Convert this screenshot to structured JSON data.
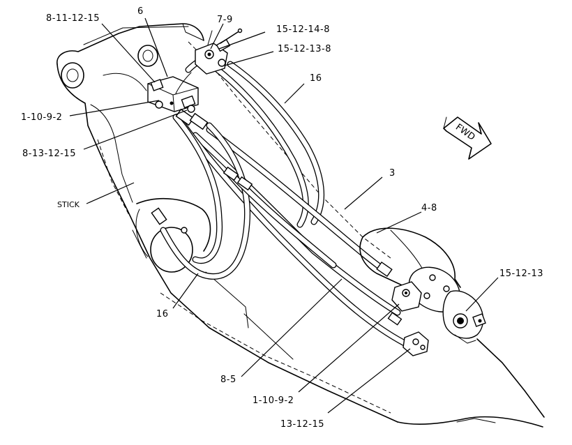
{
  "diagram": {
    "fwd_label": "FWD",
    "callouts": {
      "c_8_11_12_15": "8-11-12-15",
      "c_6": "6",
      "c_7_9": "7-9",
      "c_15_12_14_8": "15-12-14-8",
      "c_15_12_13_8": "15-12-13-8",
      "c_16_top": "16",
      "c_1_10_9_2_left": "1-10-9-2",
      "c_8_13_12_15": "8-13-12-15",
      "c_stick": "STICK",
      "c_3": "3",
      "c_4_8": "4-8",
      "c_15_12_13": "15-12-13",
      "c_16_bottom": "16",
      "c_8_5": "8-5",
      "c_1_10_9_2_bottom": "1-10-9-2",
      "c_13_12_15": "13-12-15"
    }
  }
}
